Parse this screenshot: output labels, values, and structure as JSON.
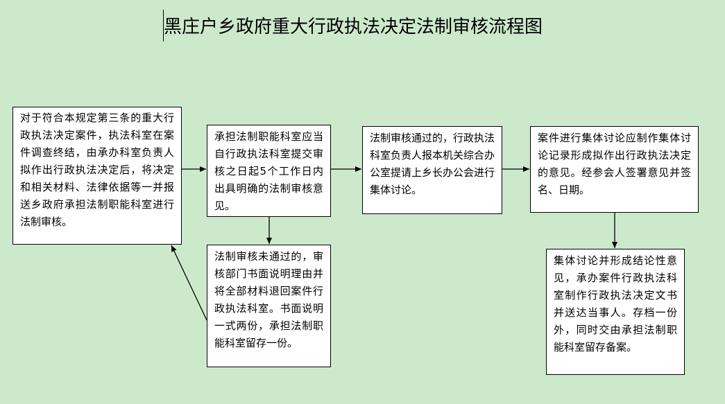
{
  "title": "黑庄户乡政府重大行政执法决定法制审核流程图",
  "steps": {
    "submit": "对于符合本规定第三条的重大行政执法决定案件，执法科室在案件调查终结，由承办科室负责人拟作出行政执法决定后，将决定和相关材料、法律依据等一并报送乡政府承担法制职能科室进行法制审核。",
    "review": "承担法制职能科室应当自行政执法科室提交审核之日起5个工作日内出具明确的法制审核意见。",
    "approved": "法制审核通过的，行政执法科室负责人报本机关综合办公室提请上乡长办公会进行集体讨论。",
    "discussion": "案件进行集体讨论应制作集体讨论记录形成拟作出行政执法决定的意见。经参会人签署意见并签名、日期。",
    "rejected": "法制审核未通过的，审核部门书面说明理由并将全部材料退回案件行政执法科室。书面说明一式两份，承担法制职能科室留存一份。",
    "final": "集体讨论并形成结论性意见，承办案件行政执法科室制作行政执法决定文书并送达当事人。存档一份外，同时交由承担法制职能科室留存备案。"
  }
}
